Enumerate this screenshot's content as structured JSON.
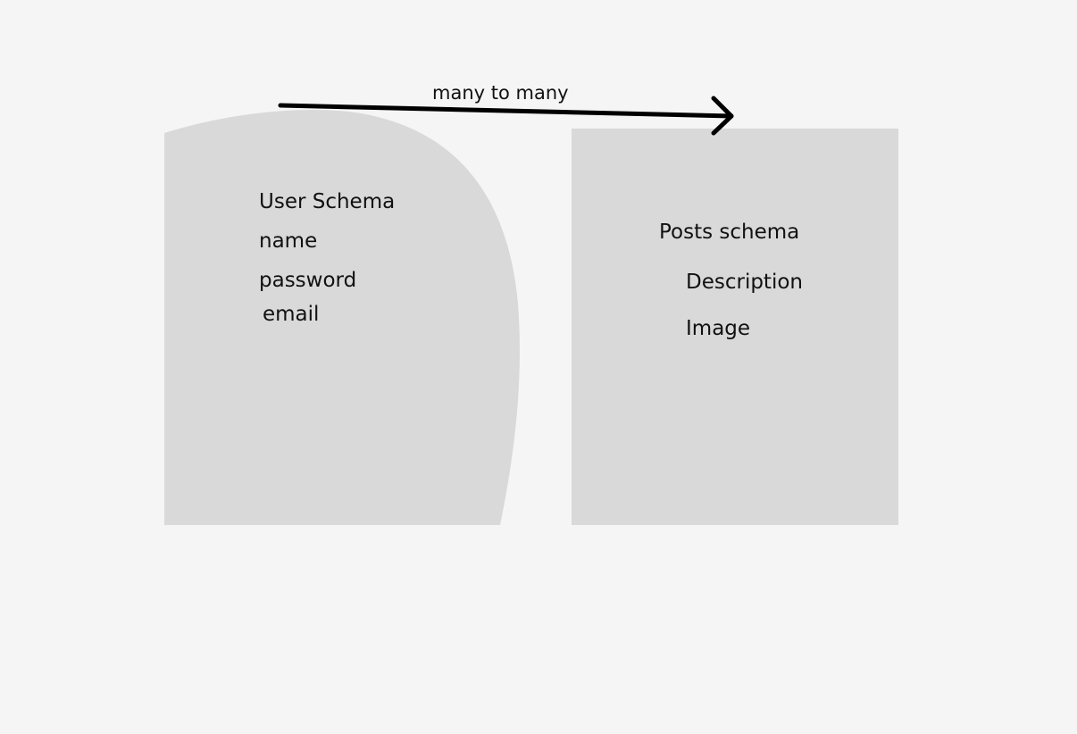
{
  "relationship": {
    "label": "many to many"
  },
  "user_entity": {
    "title": "User Schema",
    "fields": [
      "name",
      "password",
      "email"
    ],
    "fill": "#d9d9d9"
  },
  "posts_entity": {
    "title": "Posts schema",
    "fields": [
      "Description",
      "Image"
    ],
    "fill": "#d9d9d9"
  },
  "colors": {
    "background": "#f5f5f5",
    "arrow": "#000000",
    "text": "#111111"
  }
}
